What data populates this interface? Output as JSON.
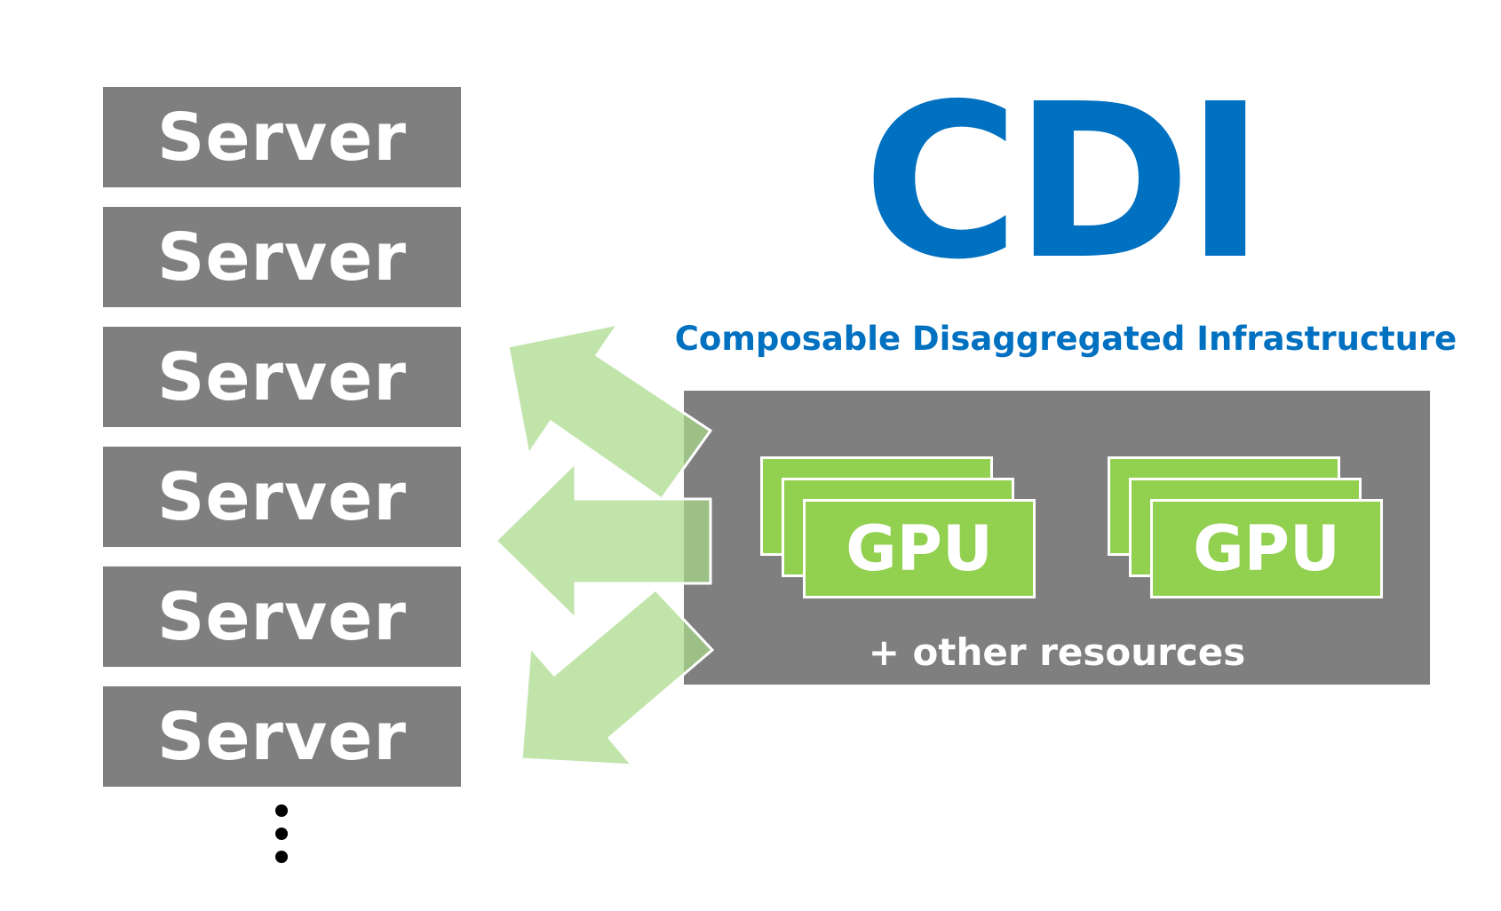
{
  "diagram": {
    "servers": [
      {
        "label": "Server"
      },
      {
        "label": "Server"
      },
      {
        "label": "Server"
      },
      {
        "label": "Server"
      },
      {
        "label": "Server"
      },
      {
        "label": "Server"
      }
    ],
    "title": "CDI",
    "subtitle": "Composable Disaggregated Infrastructure",
    "gpu_groups": [
      {
        "label": "GPU"
      },
      {
        "label": "GPU"
      }
    ],
    "other_resources": "+ other resources",
    "colors": {
      "server_fill": "#7f7f7f",
      "server_text": "#ffffff",
      "title": "#0070c0",
      "pool_fill": "#7f7f7f",
      "gpu_fill": "#92d050",
      "arrow_fill": "#a9d98a",
      "ellipsis": "#000000"
    }
  }
}
